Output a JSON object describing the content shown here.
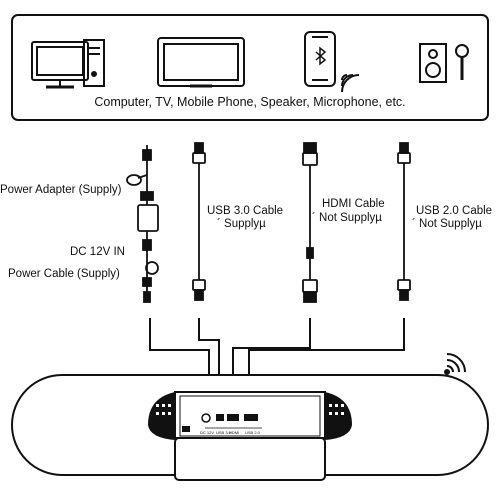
{
  "devices_caption": "Computer, TV, Mobile Phone, Speaker, Microphone, etc.",
  "devices": [
    {
      "icon": "computer-icon"
    },
    {
      "icon": "tv-icon"
    },
    {
      "icon": "mobile-phone-bluetooth-icon"
    },
    {
      "icon": "speaker-microphone-icon"
    }
  ],
  "cables": {
    "power_adapter_label": "Power Adapter (Supply)",
    "dc_in_label": "DC 12V IN",
    "power_cable_label": "Power Cable (Supply)",
    "usb3_label_line1": "USB 3.0 Cable",
    "usb3_label_line2": "´ Supplyµ",
    "hdmi_label_line1": "HDMI Cable",
    "hdmi_label_line2": "´ Not Supplyµ",
    "usb2_label_line1": "USB 2.0 Cable",
    "usb2_label_line2": "´ Not Supplyµ"
  },
  "ports": [
    "DC 12V",
    "USB 3.0",
    "HDMI",
    "USB 2.0"
  ],
  "colors": {
    "line": "#111111",
    "background": "#ffffff"
  }
}
